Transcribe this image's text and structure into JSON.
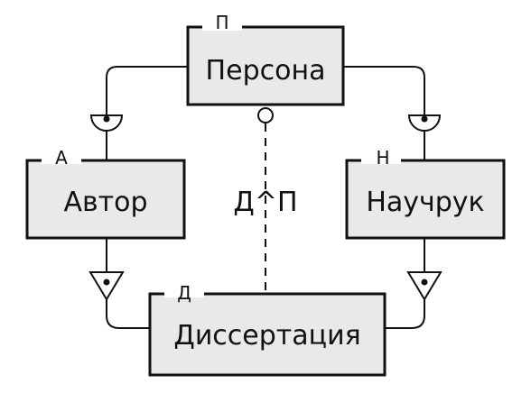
{
  "entities": {
    "persona": {
      "name": "Персона",
      "tag": "П"
    },
    "author": {
      "name": "Автор",
      "tag": "А"
    },
    "advisor": {
      "name": "Научрук",
      "tag": "Н"
    },
    "dissertation": {
      "name": "Диссертация",
      "tag": "Д"
    }
  },
  "relationship": {
    "label": "Д^П"
  }
}
